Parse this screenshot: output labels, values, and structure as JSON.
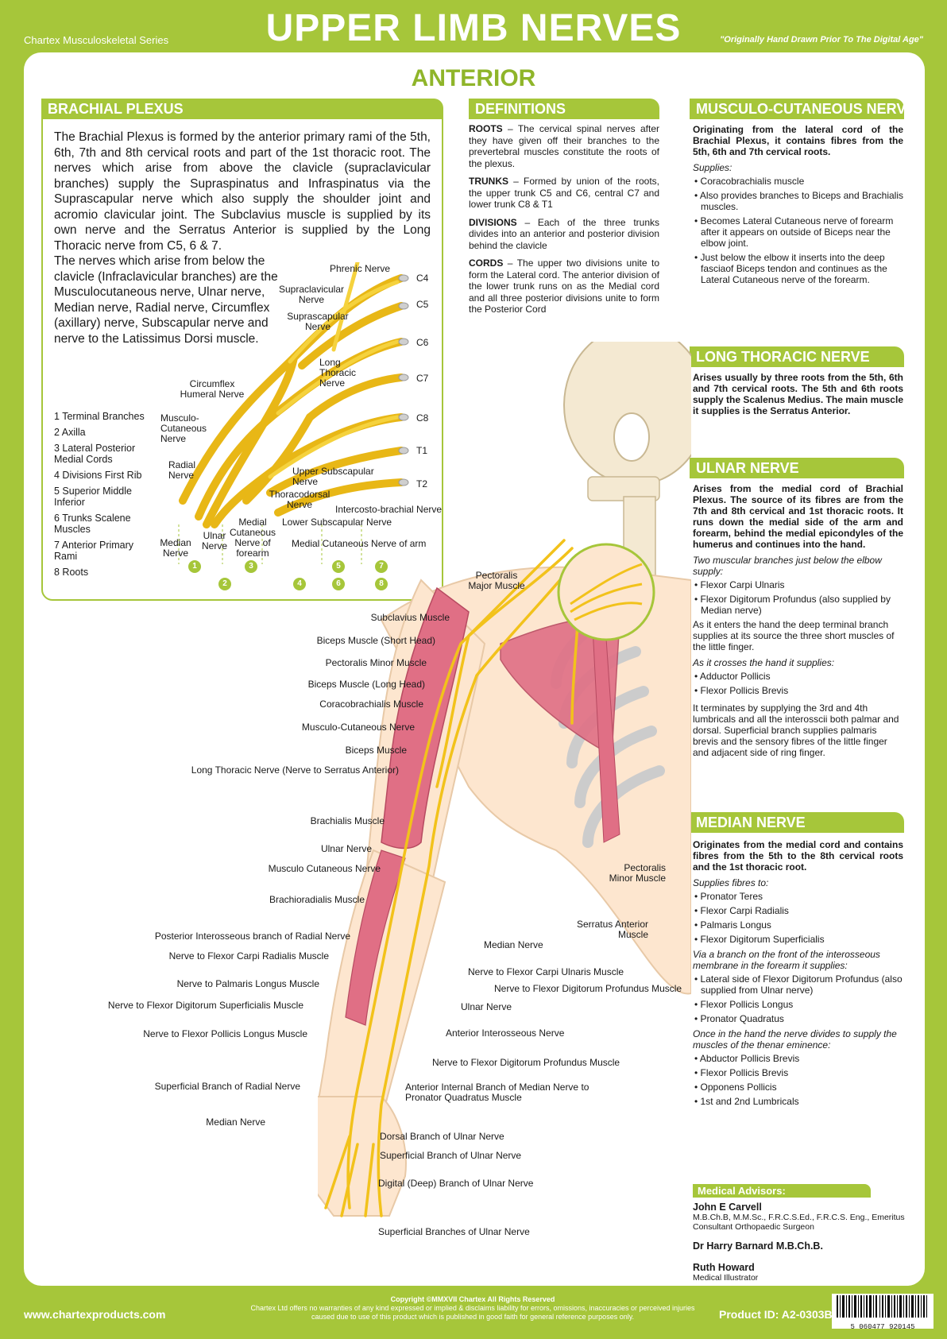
{
  "header": {
    "series": "Chartex Musculoskeletal Series",
    "title": "UPPER LIMB NERVES",
    "tagline": "\"Originally Hand Drawn Prior To The Digital Age\"",
    "subtitle": "ANTERIOR"
  },
  "plexus": {
    "heading": "BRACHIAL PLEXUS",
    "p1": "The Brachial Plexus is formed by the anterior primary rami of the 5th, 6th, 7th and 8th cervical roots and part of the 1st thoracic root. The nerves which arise from above the clavicle (supraclavicular branches) supply the Supraspinatus and Infraspinatus via the Suprascapular nerve which also supply the shoulder joint and acromio clavicular joint. The Subclavius muscle is supplied by its own nerve and the Serratus Anterior is supplied by the Long Thoracic nerve from C5, 6 & 7.",
    "p2": "The nerves which arise from below the clavicle (Infraclavicular branches) are the Musculocutaneous nerve, Ulnar nerve, Median nerve, Radial nerve, Circumflex (axillary) nerve, Subscapular nerve and nerve to the Latissimus Dorsi muscle.",
    "legend": [
      "1 Terminal Branches",
      "2 Axilla",
      "3 Lateral Posterior Medial Cords",
      "4 Divisions First Rib",
      "5 Superior Middle Inferior",
      "6 Trunks Scalene Muscles",
      "7 Anterior Primary Rami",
      "8 Roots"
    ],
    "roots": [
      "C4",
      "C5",
      "C6",
      "C7",
      "C8",
      "T1",
      "T2"
    ],
    "numbers": [
      "1",
      "2",
      "3",
      "4",
      "5",
      "6",
      "7",
      "8"
    ],
    "labels": {
      "phrenic": "Phrenic Nerve",
      "supraclav": "Supraclavicular Nerve",
      "suprascap": "Suprascapular Nerve",
      "longthoracic": "Long Thoracic Nerve",
      "circumflex": "Circumflex Humeral Nerve",
      "musculo": "Musculo-Cutaneous Nerve",
      "radial": "Radial Nerve",
      "median": "Median Nerve",
      "ulnar": "Ulnar Nerve",
      "medcutfore": "Medial Cutaneous Nerve of forearm",
      "uppersub": "Upper Subscapular Nerve",
      "thoracodorsal": "Thoracodorsal Nerve",
      "intercosto": "Intercosto-brachial Nerve",
      "lowersub": "Lower Subscapular Nerve",
      "medcutarm": "Medial Cutaneous Nerve of arm"
    }
  },
  "definitions": {
    "heading": "DEFINITIONS",
    "items": [
      {
        "term": "ROOTS",
        "text": " – The cervical spinal nerves after they have given off their branches to the prevertebral muscles constitute the roots of the plexus."
      },
      {
        "term": "TRUNKS",
        "text": " – Formed by union of the roots, the upper trunk C5 and C6, central C7 and lower trunk C8 & T1"
      },
      {
        "term": "DIVISIONS",
        "text": " – Each of the three trunks divides into an anterior and posterior division behind the clavicle"
      },
      {
        "term": "CORDS",
        "text": " – The upper two divisions unite to form the Lateral cord. The anterior division of the lower trunk runs on as the Medial cord and all three posterior divisions unite to form the Posterior Cord"
      }
    ]
  },
  "musculo": {
    "heading": "MUSCULO-CUTANEOUS NERVE",
    "lead": "Originating from the lateral cord of the Brachial Plexus, it contains fibres from the 5th, 6th and 7th cervical roots.",
    "supplies_label": "Supplies:",
    "items": [
      "• Coracobrachialis muscle",
      "• Also provides branches to Biceps and Brachialis muscles.",
      "• Becomes Lateral Cutaneous nerve of forearm after it appears on outside of Biceps near the elbow joint.",
      "• Just below the elbow it inserts into the deep fasciaof Biceps tendon and continues as the Lateral Cutaneous nerve of the forearm."
    ]
  },
  "longthoracic": {
    "heading": "LONG THORACIC NERVE",
    "lead": "Arises usually by three roots from the 5th, 6th and 7th cervical roots. The 5th and 6th roots supply the Scalenus Medius. The main muscle it supplies is the Serratus Anterior."
  },
  "ulnar": {
    "heading": "ULNAR NERVE",
    "lead": "Arises from the medial cord of Brachial Plexus. The source of its fibres are from the 7th and 8th cervical and 1st thoracic roots. It runs down the medial side of the arm and forearm, behind the medial epicondyles of the humerus and continues into the hand.",
    "it1": "Two muscular branches just below the elbow supply:",
    "list1": [
      "• Flexor Carpi Ulnaris",
      "• Flexor Digitorum Profundus (also supplied by Median nerve)"
    ],
    "p1": "As it enters the hand the deep terminal branch supplies at its source the three short muscles of the little finger.",
    "it2": "As it crosses the hand it supplies:",
    "list2": [
      "• Adductor Pollicis",
      "• Flexor Pollicis Brevis"
    ],
    "p2": "It terminates by supplying the 3rd and 4th lumbricals and all the interosscii both palmar and dorsal. Superficial branch supplies palmaris brevis and the sensory fibres of the little finger and adjacent side of ring finger."
  },
  "median": {
    "heading": "MEDIAN NERVE",
    "lead": "Originates from the medial cord and contains fibres from the 5th to the 8th cervical roots and the 1st thoracic root.",
    "it1": "Supplies fibres to:",
    "list1": [
      "• Pronator Teres",
      "• Flexor Carpi Radialis",
      "• Palmaris Longus",
      "• Flexor Digitorum Superficialis"
    ],
    "it2": "Via a branch on the front of the interosseous membrane in the forearm it supplies:",
    "list2": [
      "• Lateral side of Flexor Digitorum Profundus (also supplied from Ulnar nerve)",
      "• Flexor Pollicis Longus",
      "• Pronator Quadratus"
    ],
    "it3": "Once in the hand the nerve divides to supply the muscles of the thenar eminence:",
    "list3": [
      "• Abductor Pollicis Brevis",
      "• Flexor Pollicis Brevis",
      "• Opponens Pollicis",
      "• 1st and 2nd Lumbricals"
    ]
  },
  "arm_labels_left": [
    "Subclavius Muscle",
    "Biceps Muscle (Short Head)",
    "Pectoralis Minor Muscle",
    "Biceps Muscle (Long Head)",
    "Coracobrachialis Muscle",
    "Musculo-Cutaneous Nerve",
    "Biceps Muscle",
    "Long Thoracic Nerve (Nerve to Serratus Anterior)",
    "Brachialis Muscle",
    "Ulnar Nerve",
    "Musculo Cutaneous Nerve",
    "Brachioradialis Muscle",
    "Posterior Interosseous branch of Radial Nerve",
    "Nerve to Flexor Carpi Radialis Muscle",
    "Nerve to Palmaris Longus Muscle",
    "Nerve to Flexor Digitorum Superficialis Muscle",
    "Nerve to Flexor Pollicis Longus Muscle",
    "Superficial Branch of Radial Nerve",
    "Median Nerve"
  ],
  "arm_labels_right": [
    "Pectoralis Major Muscle",
    "Pectoralis Minor Muscle",
    "Serratus Anterior Muscle",
    "Median Nerve",
    "Nerve to Flexor Carpi Ulnaris Muscle",
    "Nerve to Flexor Digitorum Profundus Muscle",
    "Ulnar Nerve",
    "Anterior Interosseous Nerve",
    "Nerve to Flexor Digitorum Profundus Muscle",
    "Anterior Internal Branch of Median Nerve to Pronator Quadratus Muscle",
    "Dorsal Branch of Ulnar Nerve",
    "Superficial Branch of Ulnar Nerve",
    "Digital (Deep) Branch of Ulnar Nerve",
    "Superficial Branches of Ulnar Nerve"
  ],
  "advisors": {
    "heading": "Medical Advisors:",
    "a1": "John E Carvell",
    "a1d": "M.B.Ch.B, M.M.Sc., F.R.C.S.Ed., F.R.C.S. Eng., Emeritus Consultant Orthopaedic Surgeon",
    "a2": "Dr Harry Barnard M.B.Ch.B.",
    "a3": "Ruth Howard",
    "a3d": "Medical Illustrator"
  },
  "footer": {
    "web": "www.chartexproducts.com",
    "copy1": "Copyright ©MMXVII Chartex All Rights Reserved",
    "copy2": "Chartex Ltd offers no warranties of any kind expressed or implied & disclaims liability for errors, omissions, inaccuracies or perceived injuries caused due to use of this product which is published in good faith for general reference purposes only.",
    "pid": "Product ID: A2-0303B",
    "barcode": "5 060477 920145"
  },
  "colors": {
    "accent": "#a6c63a",
    "nerve": "#f2c21b",
    "muscle": "#d9556b"
  }
}
